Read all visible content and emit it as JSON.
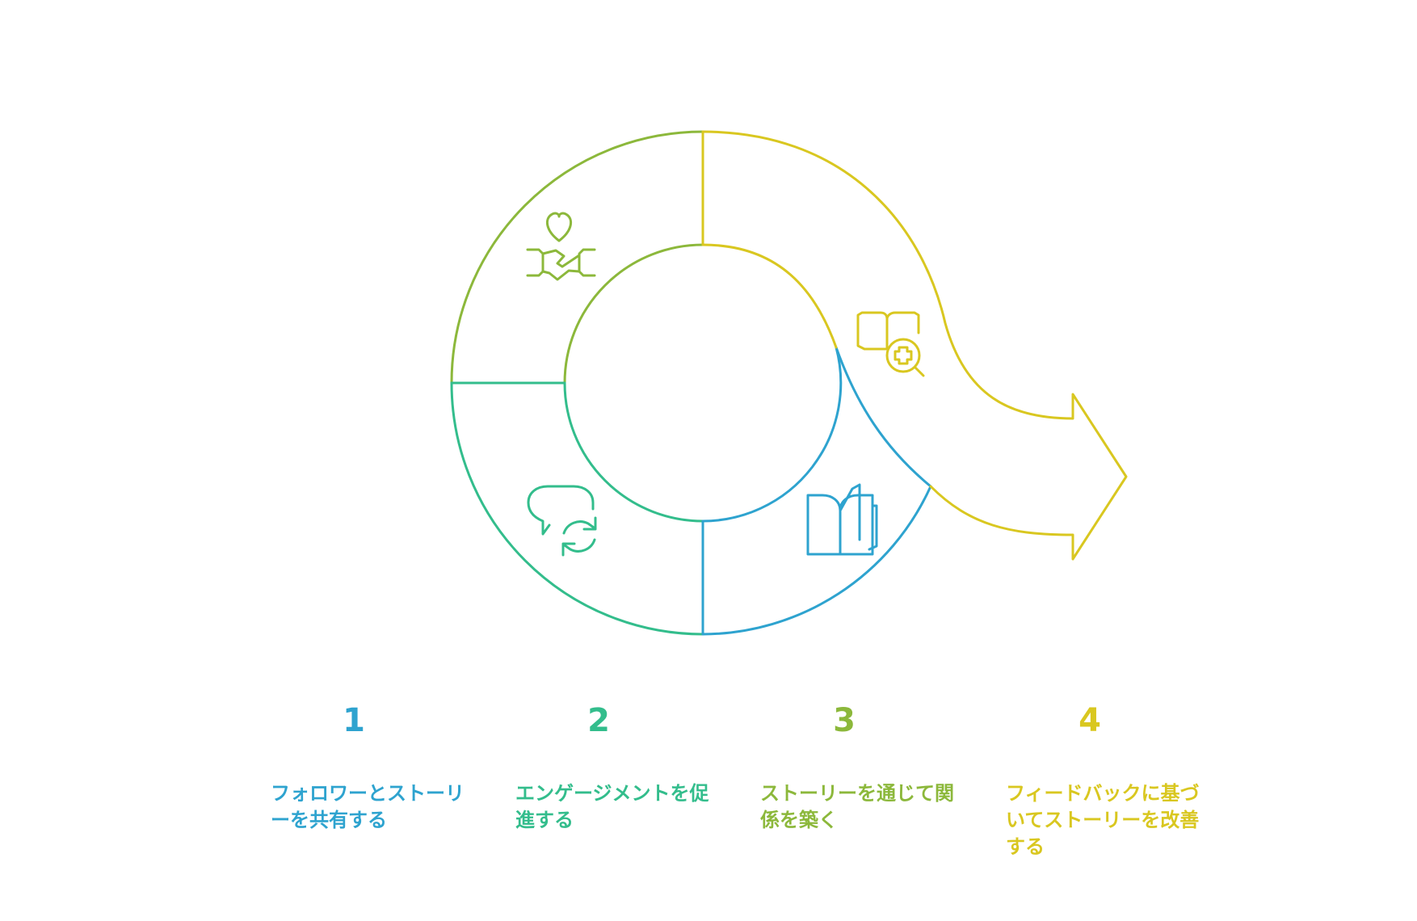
{
  "colors": {
    "blue": "#2ea3cf",
    "teal": "#33bd8c",
    "green": "#8cb83b",
    "yellow": "#d9c720"
  },
  "steps": [
    {
      "number": "1",
      "label": "フォロワーとストーリーを共有する",
      "color": "#2ea3cf",
      "icon": "chat-refresh-icon"
    },
    {
      "number": "2",
      "label": "エンゲージメントを促進する",
      "color": "#33bd8c",
      "icon": "chat-refresh-icon"
    },
    {
      "number": "3",
      "label": "ストーリーを通じて関係を築く",
      "color": "#8cb83b",
      "icon": "handshake-heart-icon"
    },
    {
      "number": "4",
      "label": "フィードバックに基づいてストーリーを改善する",
      "color": "#d9c720",
      "icon": "book-search-plus-icon"
    }
  ],
  "extra_icons": [
    {
      "icon": "open-book-icon",
      "color": "#2ea3cf"
    }
  ]
}
